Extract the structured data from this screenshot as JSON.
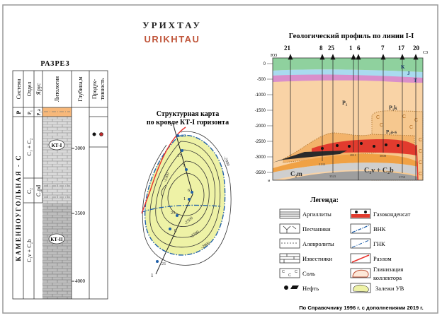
{
  "title": {
    "ru": "УРИХТАУ",
    "en": "URIKHTAU"
  },
  "section": {
    "title": "РАЗРЕЗ",
    "headers": [
      "Система",
      "Отдел",
      "Ярус",
      "Литология",
      "Глубина,м",
      "Продук-",
      "тивность"
    ],
    "system_p": "P",
    "system_c": "КАМЕННОУГОЛЬНАЯ - С",
    "series": [
      "P₁",
      "C₁ + C₂",
      "C₂",
      "C₁v + C₂b"
    ],
    "stages": [
      "P₁a",
      "C₂pd"
    ],
    "horizons": [
      "КТ-I",
      "КТ-II"
    ],
    "depths": [
      "3000",
      "3500",
      "4000"
    ]
  },
  "map": {
    "title_line1": "Структурная карта",
    "title_line2": "по кровле КТ-I горизонта",
    "line_label": "1",
    "wells": [
      "20",
      "17",
      "7",
      "6",
      "1",
      "25",
      "8",
      "21"
    ],
    "contours": [
      "-2300",
      "-2500",
      "-2700",
      "-2900",
      "-2900"
    ]
  },
  "profile": {
    "title": "Геологический профиль по линии I-I",
    "dir_left": "ЮЗ",
    "dir_right": "СЗ",
    "wells": [
      "21",
      "8",
      "25",
      "1",
      "6",
      "7",
      "17",
      "20"
    ],
    "yticks": [
      "0",
      "-500",
      "-1000",
      "-1500",
      "-2000",
      "-2500",
      "-3000",
      "-3500"
    ],
    "unit": "м",
    "layers": [
      "K",
      "J",
      "T",
      "P₂",
      "P₁k",
      "P₁a-s",
      "C₂m",
      "C₁v + C₂b"
    ],
    "well_depths": [
      "3133",
      "3523",
      "2811",
      "3008",
      "3750"
    ]
  },
  "legend": {
    "title": "Легенда:",
    "left": [
      "Аргиллиты",
      "Песчаники",
      "Алевролиты",
      "Известняки",
      "Соль",
      "Нефть"
    ],
    "right": [
      "Газоконденсат",
      "ВНК",
      "ГНК",
      "Разлом",
      "Глинизация",
      "коллектора",
      "Залежи УВ"
    ]
  },
  "footer": "По Справочнику 1996 г. с дополнениями 2019 г.",
  "colors": {
    "accent": "#c0553a",
    "oil": "#111111",
    "gas": "#e23b2e",
    "salt": "#f6c88f",
    "zone": "#eef2a6",
    "fault": "#e8302a",
    "vnk": "#1f5fa8"
  }
}
